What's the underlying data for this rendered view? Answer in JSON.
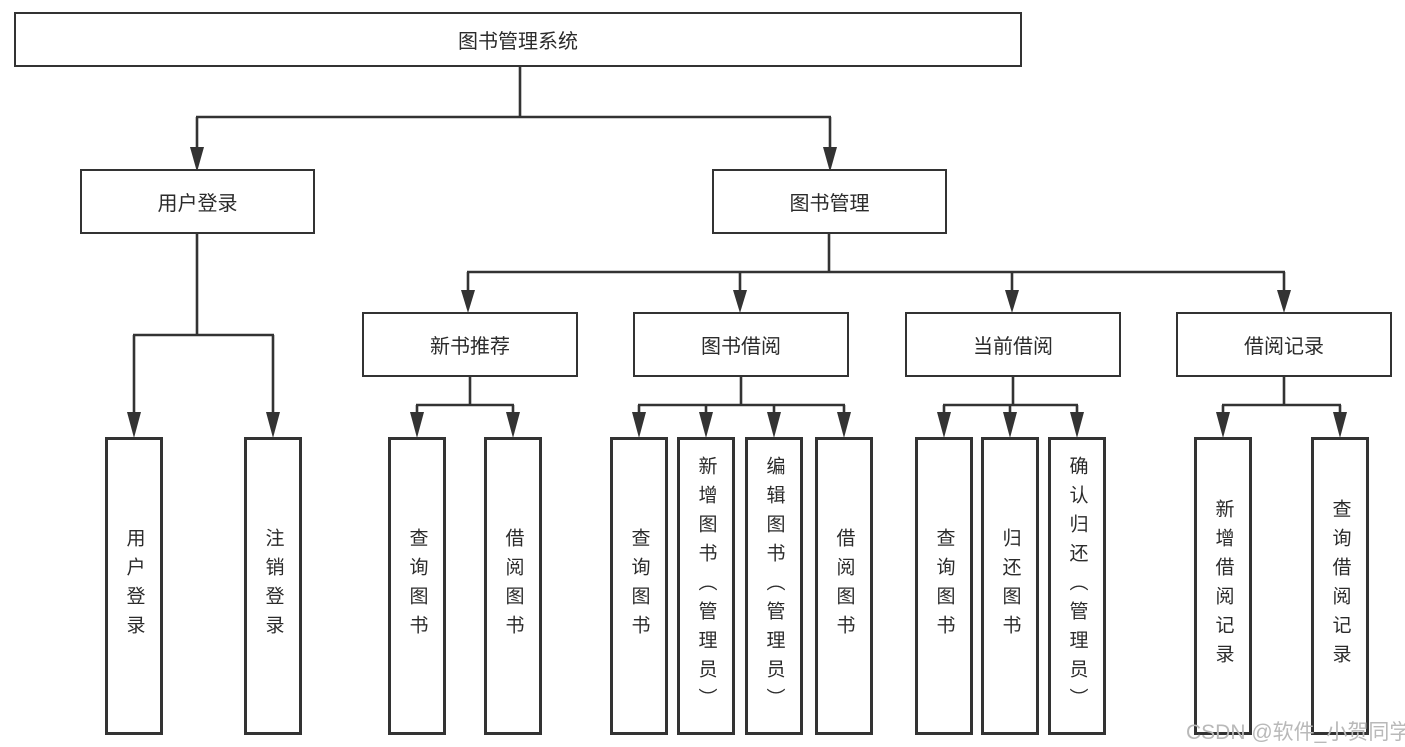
{
  "diagram": {
    "title": "图书管理系统",
    "root": {
      "label": "图书管理系统"
    },
    "level2": [
      {
        "id": "user-login",
        "label": "用户登录"
      },
      {
        "id": "book-management",
        "label": "图书管理"
      }
    ],
    "level3": [
      {
        "id": "new-book-recommend",
        "label": "新书推荐"
      },
      {
        "id": "book-borrow",
        "label": "图书借阅"
      },
      {
        "id": "current-borrow",
        "label": "当前借阅"
      },
      {
        "id": "borrow-records",
        "label": "借阅记录"
      }
    ],
    "leaves": [
      {
        "parent": "用户登录",
        "label": "用户登录"
      },
      {
        "parent": "用户登录",
        "label": "注销登录"
      },
      {
        "parent": "新书推荐",
        "label": "查询图书"
      },
      {
        "parent": "新书推荐",
        "label": "借阅图书"
      },
      {
        "parent": "图书借阅",
        "label": "查询图书"
      },
      {
        "parent": "图书借阅",
        "label": "新增图书（管理员）"
      },
      {
        "parent": "图书借阅",
        "label": "编辑图书（管理员）"
      },
      {
        "parent": "图书借阅",
        "label": "借阅图书"
      },
      {
        "parent": "当前借阅",
        "label": "查询图书"
      },
      {
        "parent": "当前借阅",
        "label": "归还图书"
      },
      {
        "parent": "当前借阅",
        "label": "确认归还（管理员）"
      },
      {
        "parent": "借阅记录",
        "label": "新增借阅记录"
      },
      {
        "parent": "借阅记录",
        "label": "查询借阅记录"
      }
    ]
  },
  "watermark": {
    "text": "CSDN @软件_小贺同学"
  },
  "colors": {
    "line": "#333333",
    "box_border": "#333333",
    "text": "#2b2b2b",
    "watermark": "#b9b9b9",
    "background": "#ffffff"
  }
}
